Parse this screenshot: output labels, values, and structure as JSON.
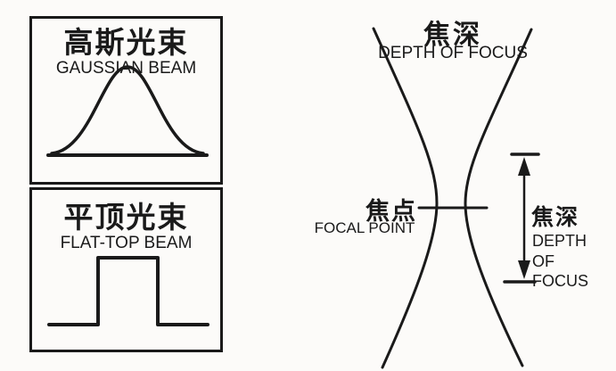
{
  "colors": {
    "ink": "#1a1a1a",
    "background": "#fcfbf9"
  },
  "left_panel": {
    "gaussian_box": {
      "title_zh": "高斯光束",
      "title_en": "GAUSSIAN BEAM"
    },
    "flat_top_box": {
      "title_zh": "平顶光束",
      "title_en": "FLAT-TOP BEAM"
    }
  },
  "right_panel": {
    "depth_of_focus_top": {
      "label_zh": "焦深",
      "label_en": "DEPTH OF FOCUS"
    },
    "focal_point": {
      "label_zh": "焦点",
      "label_en": "FOCAL POINT"
    },
    "depth_of_focus_side": {
      "label_zh": "焦深",
      "label_en": "DEPTH OF FOCUS"
    }
  }
}
